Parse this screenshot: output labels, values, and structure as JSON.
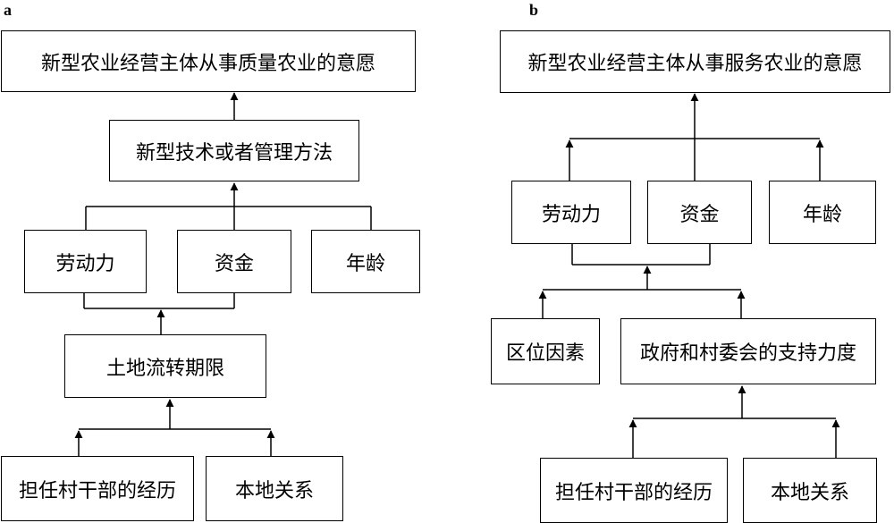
{
  "panel_a": {
    "label": "a",
    "top_box": "新型农业经营主体从事质量农业的意愿",
    "method_box": "新型技术或者管理方法",
    "labor_box": "劳动力",
    "capital_box": "资金",
    "age_box": "年龄",
    "land_box": "土地流转期限",
    "cadre_box": "担任村干部的经历",
    "local_box": "本地关系"
  },
  "panel_b": {
    "label": "b",
    "top_box": "新型农业经营主体从事服务农业的意愿",
    "labor_box": "劳动力",
    "capital_box": "资金",
    "age_box": "年龄",
    "location_box": "区位因素",
    "support_box": "政府和村委会的支持力度",
    "cadre_box": "担任村干部的经历",
    "local_box": "本地关系"
  }
}
